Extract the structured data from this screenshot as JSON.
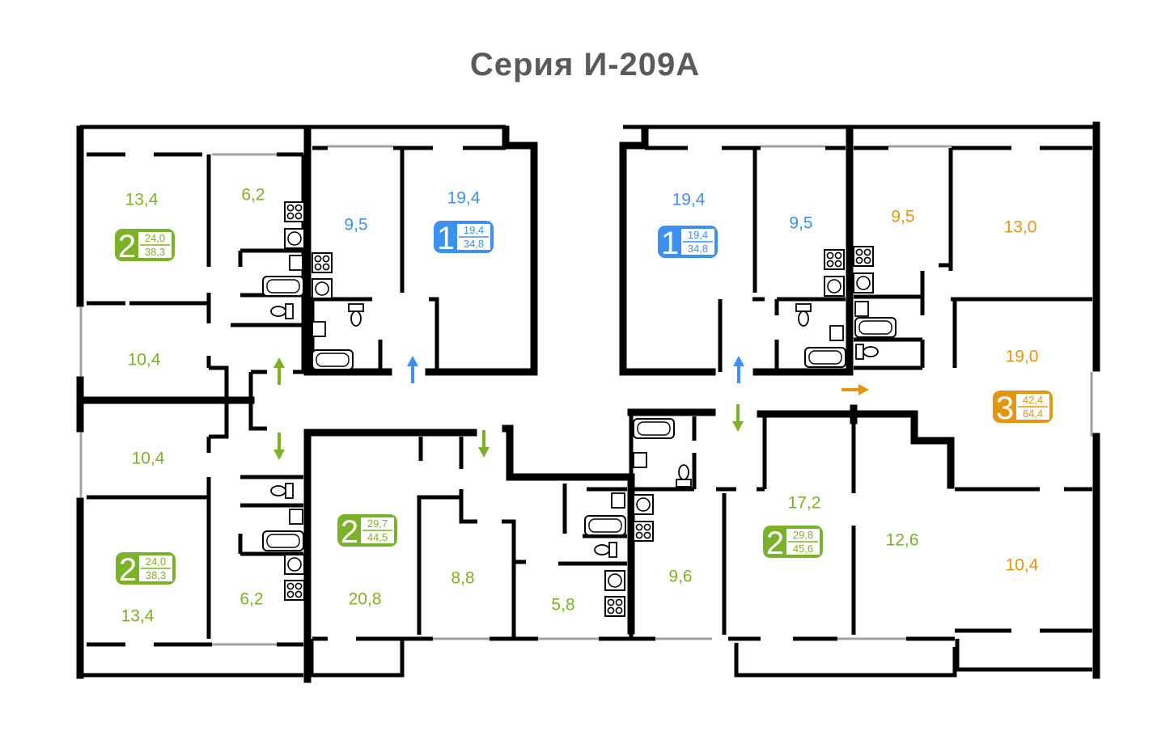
{
  "title": "Серия И-209А",
  "colors": {
    "green": "#7cb22a",
    "blue": "#3d8ff0",
    "orange": "#e3960f",
    "wall": "#000000",
    "window": "#9aa3a3",
    "title": "#5a5a5a"
  },
  "apartments": [
    {
      "id": "left-top-2room",
      "rooms": "2",
      "living": "24,0",
      "total": "38,3",
      "color": "green"
    },
    {
      "id": "left-bottom-2room",
      "rooms": "2",
      "living": "24,0",
      "total": "38,3",
      "color": "green"
    },
    {
      "id": "left-1room",
      "rooms": "1",
      "living": "19,4",
      "total": "34,8",
      "color": "blue"
    },
    {
      "id": "right-1room",
      "rooms": "1",
      "living": "19,4",
      "total": "34,8",
      "color": "blue"
    },
    {
      "id": "center-2room",
      "rooms": "2",
      "living": "29,7",
      "total": "44,5",
      "color": "green"
    },
    {
      "id": "right-2room",
      "rooms": "2",
      "living": "29,8",
      "total": "45,6",
      "color": "green"
    },
    {
      "id": "right-3room",
      "rooms": "3",
      "living": "42,4",
      "total": "64,4",
      "color": "orange"
    }
  ],
  "room_areas": [
    {
      "id": "lt-room-a",
      "value": "13,4",
      "color": "green"
    },
    {
      "id": "lt-kitchen",
      "value": "6,2",
      "color": "green"
    },
    {
      "id": "lt-room-b",
      "value": "10,4",
      "color": "green"
    },
    {
      "id": "lb-room-b",
      "value": "10,4",
      "color": "green"
    },
    {
      "id": "lb-room-a",
      "value": "13,4",
      "color": "green"
    },
    {
      "id": "lb-kitchen",
      "value": "6,2",
      "color": "green"
    },
    {
      "id": "l1-kitchen",
      "value": "9,5",
      "color": "blue"
    },
    {
      "id": "l1-room",
      "value": "19,4",
      "color": "blue"
    },
    {
      "id": "r1-room",
      "value": "19,4",
      "color": "blue"
    },
    {
      "id": "r1-kitchen",
      "value": "9,5",
      "color": "blue"
    },
    {
      "id": "c2-room-a",
      "value": "20,8",
      "color": "green"
    },
    {
      "id": "c2-room-b",
      "value": "8,8",
      "color": "green"
    },
    {
      "id": "c2-kitchen",
      "value": "5,8",
      "color": "green"
    },
    {
      "id": "r2-kitchen",
      "value": "9,6",
      "color": "green"
    },
    {
      "id": "r2-room-a",
      "value": "17,2",
      "color": "green"
    },
    {
      "id": "r2-room-b",
      "value": "12,6",
      "color": "green"
    },
    {
      "id": "r3-kitchen",
      "value": "9,5",
      "color": "orange"
    },
    {
      "id": "r3-room-a",
      "value": "13,0",
      "color": "orange"
    },
    {
      "id": "r3-room-b",
      "value": "19,0",
      "color": "orange"
    },
    {
      "id": "r3-room-c",
      "value": "10,4",
      "color": "orange"
    }
  ],
  "entry_arrows": [
    {
      "id": "lt-entry",
      "direction": "up",
      "color": "green"
    },
    {
      "id": "lb-entry",
      "direction": "down",
      "color": "green"
    },
    {
      "id": "l1-entry",
      "direction": "up",
      "color": "blue"
    },
    {
      "id": "c2-entry",
      "direction": "down",
      "color": "green"
    },
    {
      "id": "r1-entry",
      "direction": "up",
      "color": "blue"
    },
    {
      "id": "r2-entry",
      "direction": "down",
      "color": "green"
    },
    {
      "id": "r3-entry",
      "direction": "right",
      "color": "orange"
    }
  ],
  "fixtures": [
    "stove-icon",
    "sink-icon",
    "bathtub-icon",
    "toilet-icon"
  ]
}
